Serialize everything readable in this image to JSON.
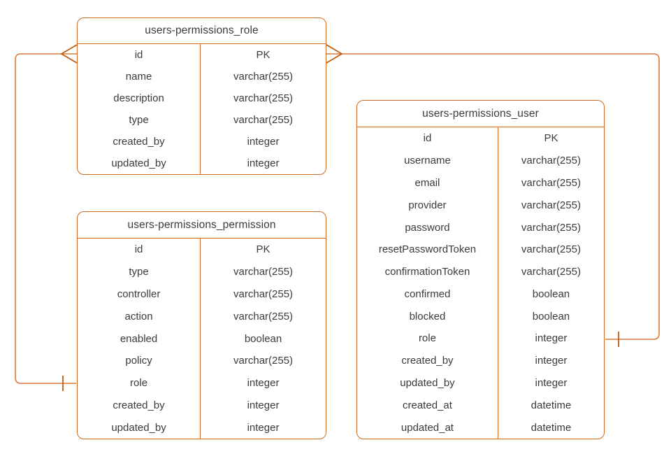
{
  "diagram": {
    "colors": {
      "border": "#D2691E",
      "line": "#DB7B3C",
      "marker": "#C25D0E",
      "text": "#3B3B3B",
      "background": "#FFFFFF"
    },
    "tables": [
      {
        "title": "users-permissions_role",
        "rows": [
          {
            "field": "id",
            "type": "PK"
          },
          {
            "field": "name",
            "type": "varchar(255)"
          },
          {
            "field": "description",
            "type": "varchar(255)"
          },
          {
            "field": "type",
            "type": "varchar(255)"
          },
          {
            "field": "created_by",
            "type": "integer"
          },
          {
            "field": "updated_by",
            "type": "integer"
          }
        ]
      },
      {
        "title": "users-permissions_permission",
        "rows": [
          {
            "field": "id",
            "type": "PK"
          },
          {
            "field": "type",
            "type": "varchar(255)"
          },
          {
            "field": "controller",
            "type": "varchar(255)"
          },
          {
            "field": "action",
            "type": "varchar(255)"
          },
          {
            "field": "enabled",
            "type": "boolean"
          },
          {
            "field": "policy",
            "type": "varchar(255)"
          },
          {
            "field": "role",
            "type": "integer"
          },
          {
            "field": "created_by",
            "type": "integer"
          },
          {
            "field": "updated_by",
            "type": "integer"
          }
        ]
      },
      {
        "title": "users-permissions_user",
        "rows": [
          {
            "field": "id",
            "type": "PK"
          },
          {
            "field": "username",
            "type": "varchar(255)"
          },
          {
            "field": "email",
            "type": "varchar(255)"
          },
          {
            "field": "provider",
            "type": "varchar(255)"
          },
          {
            "field": "password",
            "type": "varchar(255)"
          },
          {
            "field": "resetPasswordToken",
            "type": "varchar(255)"
          },
          {
            "field": "confirmationToken",
            "type": "varchar(255)"
          },
          {
            "field": "confirmed",
            "type": "boolean"
          },
          {
            "field": "blocked",
            "type": "boolean"
          },
          {
            "field": "role",
            "type": "integer"
          },
          {
            "field": "created_by",
            "type": "integer"
          },
          {
            "field": "updated_by",
            "type": "integer"
          },
          {
            "field": "created_at",
            "type": "datetime"
          },
          {
            "field": "updated_at",
            "type": "datetime"
          }
        ]
      }
    ],
    "relationships": [
      {
        "from_table": "users-permissions_role",
        "from_field": "id",
        "from_cardinality": "many",
        "to_table": "users-permissions_permission",
        "to_field": "role",
        "to_cardinality": "one"
      },
      {
        "from_table": "users-permissions_role",
        "from_field": "id",
        "from_cardinality": "many",
        "to_table": "users-permissions_user",
        "to_field": "role",
        "to_cardinality": "one"
      }
    ]
  }
}
